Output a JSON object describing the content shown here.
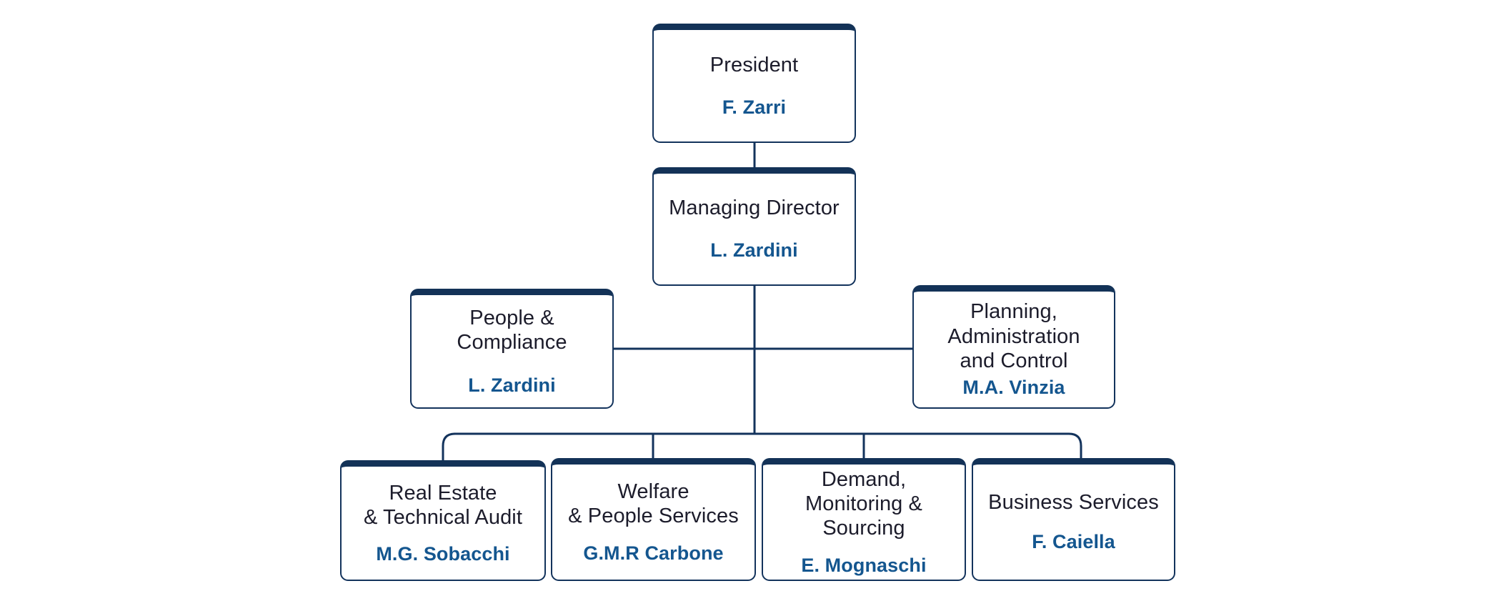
{
  "chart_data": {
    "type": "diagram",
    "diagram_kind": "organization-chart",
    "title": "",
    "colors": {
      "box_border": "#13335c",
      "box_top_accent": "#133257",
      "box_background": "#ffffff",
      "title_text": "#1c1c2b",
      "name_text": "#14568f",
      "connector_line": "#13335c",
      "page_background": "#ffffff"
    },
    "levels": [
      {
        "level": 1,
        "node_ids": [
          "president"
        ]
      },
      {
        "level": 2,
        "node_ids": [
          "managing-director"
        ]
      },
      {
        "level": 3,
        "node_ids": [
          "people-compliance",
          "planning-administration-control"
        ]
      },
      {
        "level": 4,
        "node_ids": [
          "real-estate-technical-audit",
          "welfare-people-services",
          "demand-monitoring-sourcing",
          "business-services"
        ]
      }
    ],
    "nodes": [
      {
        "id": "president",
        "title": "President",
        "name": "F. Zarri"
      },
      {
        "id": "managing-director",
        "title": "Managing Director",
        "name": "L. Zardini"
      },
      {
        "id": "people-compliance",
        "title": "People & Compliance",
        "name": "L. Zardini"
      },
      {
        "id": "planning-administration-control",
        "title": "Planning,\nAdministration\nand Control",
        "name": "M.A. Vinzia"
      },
      {
        "id": "real-estate-technical-audit",
        "title": "Real Estate\n& Technical Audit",
        "name": "M.G. Sobacchi"
      },
      {
        "id": "welfare-people-services",
        "title": "Welfare\n& People Services",
        "name": "G.M.R Carbone"
      },
      {
        "id": "demand-monitoring-sourcing",
        "title": "Demand,\nMonitoring & Sourcing",
        "name": "E. Mognaschi"
      },
      {
        "id": "business-services",
        "title": "Business Services",
        "name": "F. Caiella"
      }
    ],
    "edges": [
      {
        "from": "president",
        "to": "managing-director",
        "style": "vertical"
      },
      {
        "from": "managing-director",
        "to": "people-compliance",
        "style": "orthogonal-side"
      },
      {
        "from": "managing-director",
        "to": "planning-administration-control",
        "style": "orthogonal-side"
      },
      {
        "from": "managing-director",
        "to": "real-estate-technical-audit",
        "style": "orthogonal-bus"
      },
      {
        "from": "managing-director",
        "to": "welfare-people-services",
        "style": "orthogonal-bus"
      },
      {
        "from": "managing-director",
        "to": "demand-monitoring-sourcing",
        "style": "orthogonal-bus"
      },
      {
        "from": "managing-director",
        "to": "business-services",
        "style": "orthogonal-bus"
      }
    ]
  },
  "nodes": {
    "president": {
      "title": "President",
      "name": "F. Zarri"
    },
    "managing": {
      "title": "Managing Director",
      "name": "L. Zardini"
    },
    "people": {
      "title": "People & Compliance",
      "name": "L. Zardini"
    },
    "planning": {
      "title": "Planning,\nAdministration\nand Control",
      "name": "M.A. Vinzia"
    },
    "realestate": {
      "title": "Real Estate\n& Technical Audit",
      "name": "M.G. Sobacchi"
    },
    "welfare": {
      "title": "Welfare\n& People Services",
      "name": "G.M.R Carbone"
    },
    "demand": {
      "title": "Demand,\nMonitoring & Sourcing",
      "name": "E. Mognaschi"
    },
    "business": {
      "title": "Business Services",
      "name": "F. Caiella"
    }
  }
}
